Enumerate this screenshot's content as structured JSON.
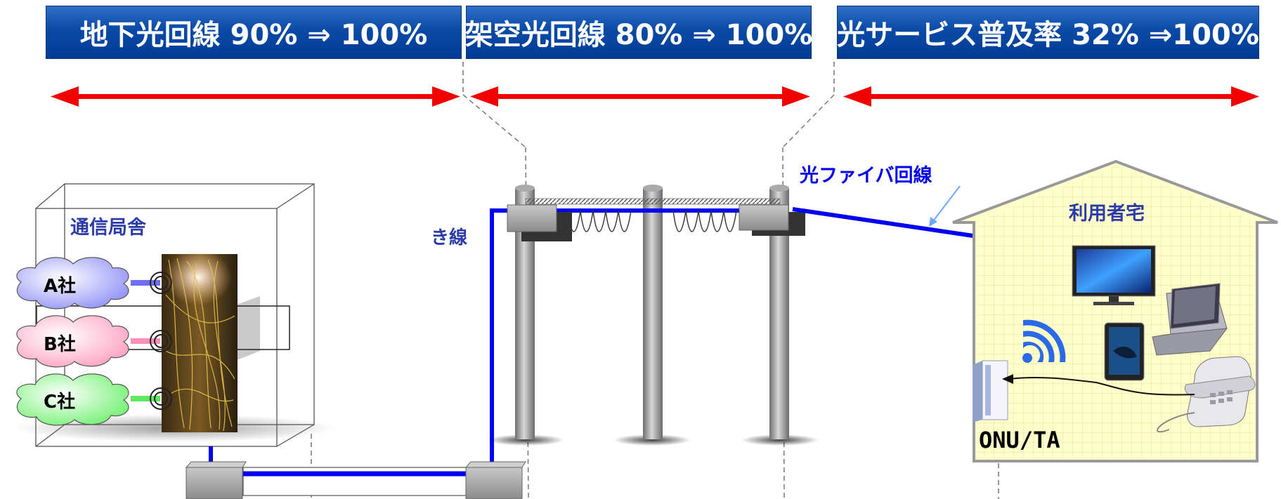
{
  "banners": {
    "underground": "地下光回線 90% ⇒ 100%",
    "aerial": "架空光回線 80% ⇒ 100%",
    "penetration": "光サービス普及率 32% ⇒100%"
  },
  "labels": {
    "central_office": "通信局舎",
    "drop_line": "き線",
    "fiber_line": "光ファイバ回線",
    "user_home": "利用者宅",
    "onu_ta": "ONU/TA"
  },
  "carriers": [
    "A社",
    "B社",
    "C社"
  ],
  "colors": {
    "banner": "#0a4aa6",
    "arrow": "#f20000",
    "fiber": "#0000ee",
    "label_text": "#2b3ba8",
    "home_fill": "#ffffcc",
    "carrier_a": "#6e6ef5",
    "carrier_b": "#ff8fb8",
    "carrier_c": "#5fe85f"
  }
}
